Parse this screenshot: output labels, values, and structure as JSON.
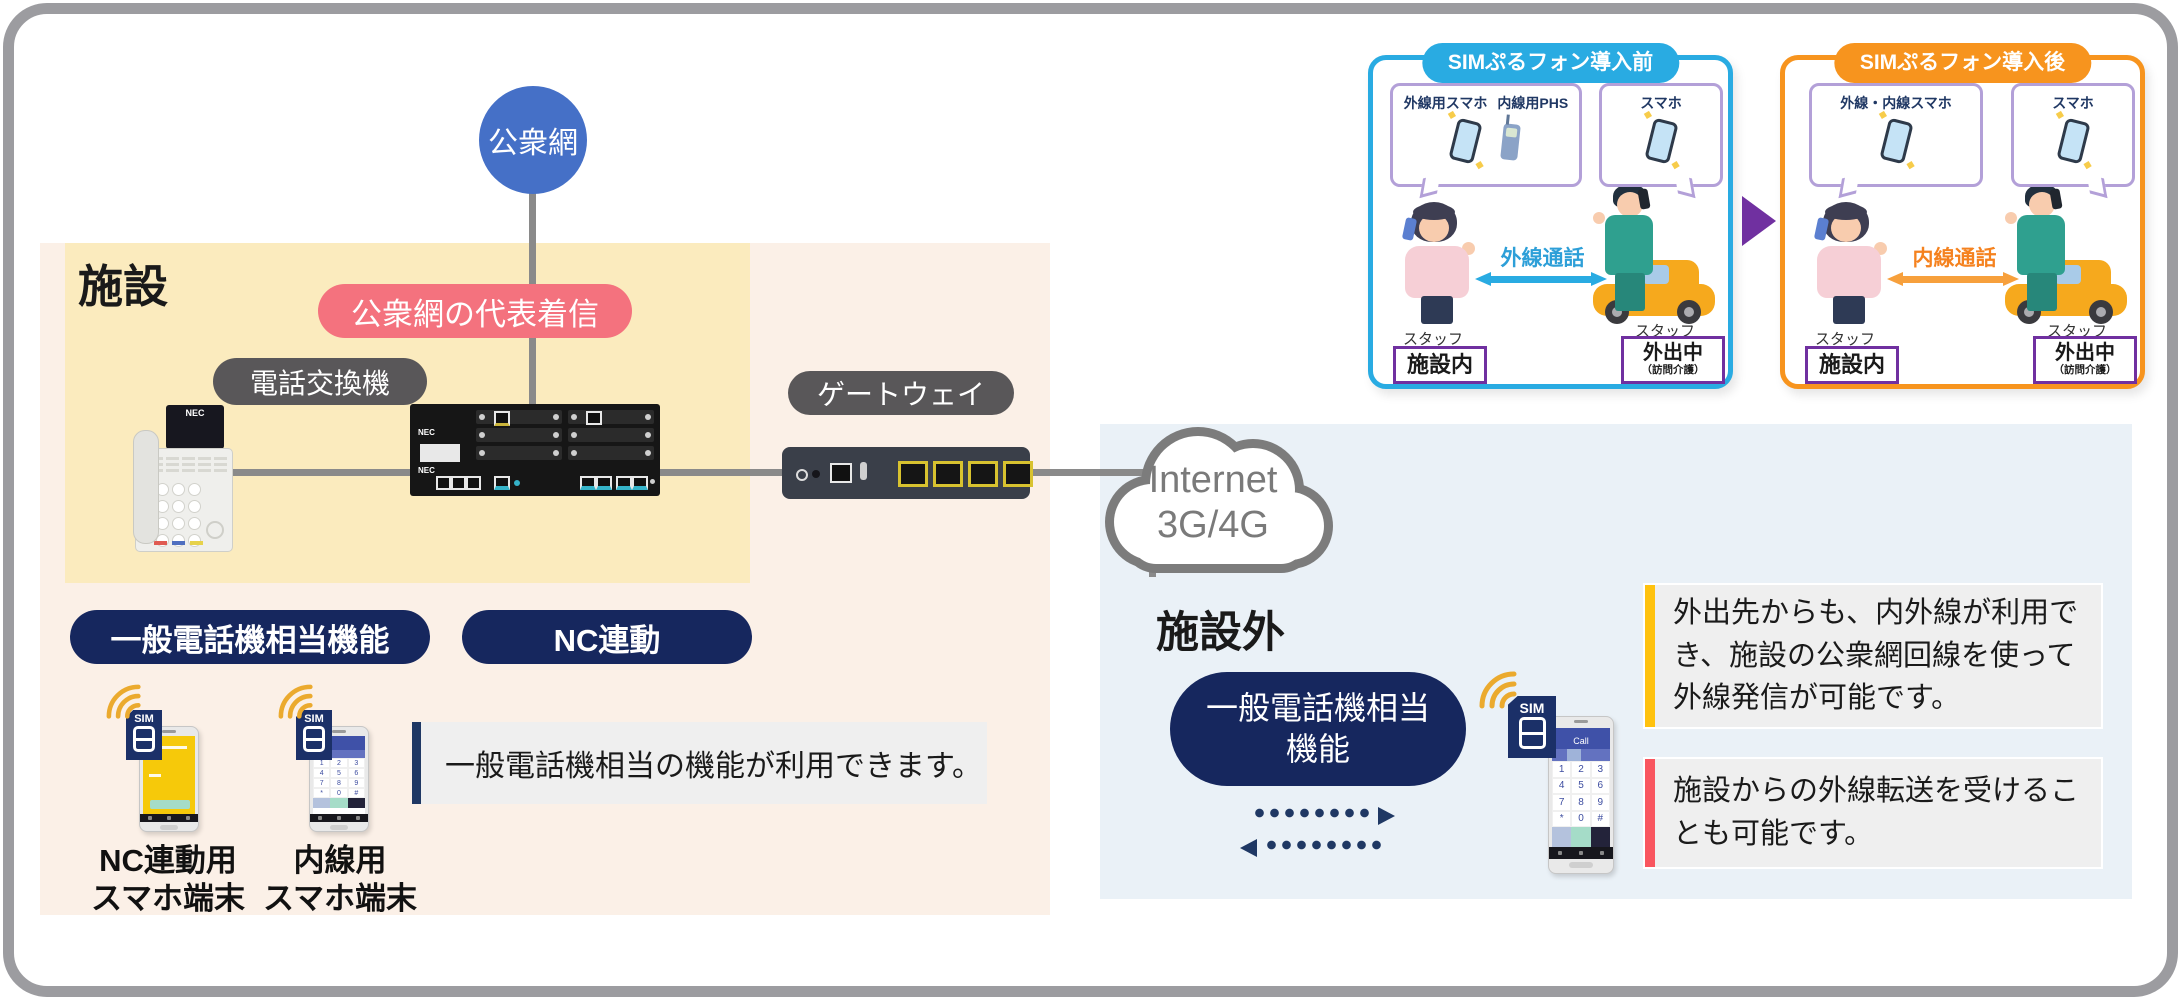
{
  "colors": {
    "navy": "#16275E",
    "royal_blue": "#4570C7",
    "pink": "#F4727E",
    "gray_label": "#595759",
    "panel_yellow": "#FBEBBE",
    "panel_cream": "#FBF0E7",
    "panel_blue": "#EAF1F7",
    "accent_blue": "#29ABE2",
    "accent_orange": "#F7941E",
    "accent_purple": "#7030A0",
    "bubble_purple": "#B3A0D8",
    "bar_yellow": "#FFC20E",
    "bar_red": "#F9565F",
    "wifi_orange": "#EBAA2E",
    "note_bg": "#EFEFEF"
  },
  "left": {
    "facility_title": "施設",
    "public_network_label": "公衆網",
    "rep_incoming_label": "公衆網の代表着信",
    "pbx_label": "電話交換機",
    "gateway_label": "ゲートウェイ",
    "general_phone_pill": "一般電話機相当機能",
    "nc_pill": "NC連動",
    "phone1_caption_line1": "NC連動用",
    "phone1_caption_line2": "スマホ端末",
    "phone2_caption_line1": "内線用",
    "phone2_caption_line2": "スマホ端末",
    "note": "一般電話機相当の機能が利用できます。",
    "nec_brand": "NEC"
  },
  "cloud": {
    "line1": "Internet",
    "line2": "3G/4G"
  },
  "right": {
    "outside_title": "施設外",
    "oval_line1": "一般電話機相当",
    "oval_line2": "機能",
    "note_yellow": "外出先からも、内外線が利用でき、施設の公衆網回線を使って外線発信が可能です。",
    "note_red": "施設からの外線転送を受けることも可能です。"
  },
  "sim_label": "SIM",
  "phone_screen": {
    "call_header": "Call"
  },
  "keypad": [
    "1",
    "2",
    "3",
    "4",
    "5",
    "6",
    "7",
    "8",
    "9",
    "*",
    "0",
    "#"
  ],
  "comparison": {
    "before": {
      "header": "SIMぷるフォン導入前",
      "bubble_left_label_1": "外線用スマホ",
      "bubble_left_label_2": "内線用PHS",
      "bubble_right_label": "スマホ",
      "call_type": "外線通話",
      "staff_label_left": "スタッフ",
      "staff_label_right": "スタッフ",
      "location_left": "施設内",
      "location_right_line1": "外出中",
      "location_right_line2": "（訪問介護）"
    },
    "after": {
      "header": "SIMぷるフォン導入後",
      "bubble_left_label_1": "外線・内線スマホ",
      "bubble_right_label": "スマホ",
      "call_type": "内線通話",
      "staff_label_left": "スタッフ",
      "staff_label_right": "スタッフ",
      "location_left": "施設内",
      "location_right_line1": "外出中",
      "location_right_line2": "（訪問介護）"
    }
  }
}
